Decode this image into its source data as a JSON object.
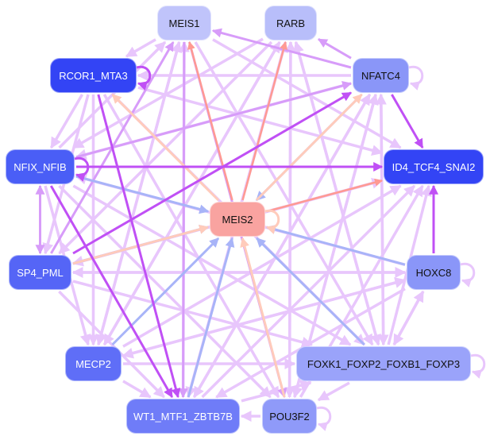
{
  "nodes": [
    {
      "id": "MEIS1",
      "label": "MEIS1",
      "color": "#c0c4fb",
      "text": "#111111"
    },
    {
      "id": "RARB",
      "label": "RARB",
      "color": "#b8befa",
      "text": "#111111"
    },
    {
      "id": "RCOR1_MTA3",
      "label": "RCOR1_MTA3",
      "color": "#3344f5",
      "text": "#ffffff"
    },
    {
      "id": "NFATC4",
      "label": "NFATC4",
      "color": "#8a96f8",
      "text": "#111111"
    },
    {
      "id": "NFIX_NFIB",
      "label": "NFIX_NFIB",
      "color": "#4a5ef6",
      "text": "#ffffff"
    },
    {
      "id": "ID4_TCF4_SNAI2",
      "label": "ID4_TCF4_SNAI2",
      "color": "#3344f5",
      "text": "#ffffff"
    },
    {
      "id": "MEIS2",
      "label": "MEIS2",
      "color": "#f9a3a0",
      "text": "#111111"
    },
    {
      "id": "SP4_PML",
      "label": "SP4_PML",
      "color": "#5565f6",
      "text": "#ffffff"
    },
    {
      "id": "HOXC8",
      "label": "HOXC8",
      "color": "#8a96f8",
      "text": "#111111"
    },
    {
      "id": "MECP2",
      "label": "MECP2",
      "color": "#5f6ef7",
      "text": "#ffffff"
    },
    {
      "id": "FOXK1_FOXP2_FOXB1_FOXP3",
      "label": "FOXK1_FOXP2_FOXB1_FOXP3",
      "color": "#9aa3fa",
      "text": "#111111"
    },
    {
      "id": "WT1_MTF1_ZBTB7B",
      "label": "WT1_MTF1_ZBTB7B",
      "color": "#6f7cf8",
      "text": "#ffffff"
    },
    {
      "id": "POU3F2",
      "label": "POU3F2",
      "color": "#8f9af9",
      "text": "#111111"
    }
  ],
  "edge_colors": {
    "light": "#e8c6fc",
    "medium": "#d79cf9",
    "strong": "#c050f5",
    "blue": "#a8b4f8",
    "salmon": "#ff9a92",
    "peach": "#ffcbbb"
  },
  "edges": [
    [
      "MEIS2",
      "MEIS1",
      "salmon"
    ],
    [
      "MEIS2",
      "RARB",
      "salmon"
    ],
    [
      "MEIS2",
      "ID4_TCF4_SNAI2",
      "salmon"
    ],
    [
      "MEIS2",
      "NFATC4",
      "peach"
    ],
    [
      "MEIS2",
      "RCOR1_MTA3",
      "peach"
    ],
    [
      "SP4_PML",
      "MEIS2",
      "peach"
    ],
    [
      "NFATC4",
      "MEIS2",
      "blue"
    ],
    [
      "NFIX_NFIB",
      "MEIS2",
      "blue"
    ],
    [
      "HOXC8",
      "MEIS2",
      "blue"
    ],
    [
      "MECP2",
      "MEIS2",
      "blue"
    ],
    [
      "FOXK1_FOXP2_FOXB1_FOXP3",
      "MEIS2",
      "blue"
    ],
    [
      "WT1_MTF1_ZBTB7B",
      "MEIS2",
      "blue"
    ],
    [
      "POU3F2",
      "MEIS2",
      "peach"
    ],
    [
      "SP4_PML",
      "MEIS2",
      "blue"
    ],
    [
      "NFIX_NFIB",
      "ID4_TCF4_SNAI2",
      "strong"
    ],
    [
      "NFATC4",
      "ID4_TCF4_SNAI2",
      "strong"
    ],
    [
      "HOXC8",
      "ID4_TCF4_SNAI2",
      "strong"
    ],
    [
      "SP4_PML",
      "NFATC4",
      "strong"
    ],
    [
      "RCOR1_MTA3",
      "WT1_MTF1_ZBTB7B",
      "strong"
    ],
    [
      "NFIX_NFIB",
      "WT1_MTF1_ZBTB7B",
      "strong"
    ],
    [
      "MEIS1",
      "RCOR1_MTA3",
      "light"
    ],
    [
      "NFATC4",
      "RARB",
      "medium"
    ],
    [
      "NFATC4",
      "MEIS1",
      "medium"
    ],
    [
      "NFATC4",
      "RCOR1_MTA3",
      "light"
    ],
    [
      "RCOR1_MTA3",
      "NFIX_NFIB",
      "light"
    ],
    [
      "NFIX_NFIB",
      "SP4_PML",
      "medium"
    ],
    [
      "SP4_PML",
      "NFIX_NFIB",
      "medium"
    ],
    [
      "NFIX_NFIB",
      "NFATC4",
      "medium"
    ],
    [
      "MEIS1",
      "POU3F2",
      "medium"
    ],
    [
      "MEIS1",
      "FOXK1_FOXP2_FOXB1_FOXP3",
      "light"
    ],
    [
      "RARB",
      "SP4_PML",
      "light"
    ],
    [
      "RARB",
      "MECP2",
      "light"
    ],
    [
      "RARB",
      "POU3F2",
      "light"
    ],
    [
      "RARB",
      "FOXK1_FOXP2_FOXB1_FOXP3",
      "light"
    ],
    [
      "NFATC4",
      "WT1_MTF1_ZBTB7B",
      "light"
    ],
    [
      "NFATC4",
      "POU3F2",
      "light"
    ],
    [
      "NFATC4",
      "FOXK1_FOXP2_FOXB1_FOXP3",
      "light"
    ],
    [
      "HOXC8",
      "SP4_PML",
      "light"
    ],
    [
      "HOXC8",
      "NFIX_NFIB",
      "light"
    ],
    [
      "HOXC8",
      "MECP2",
      "light"
    ],
    [
      "HOXC8",
      "WT1_MTF1_ZBTB7B",
      "light"
    ],
    [
      "HOXC8",
      "FOXK1_FOXP2_FOXB1_FOXP3",
      "light"
    ],
    [
      "FOXK1_FOXP2_FOXB1_FOXP3",
      "HOXC8",
      "light"
    ],
    [
      "POU3F2",
      "WT1_MTF1_ZBTB7B",
      "light"
    ],
    [
      "FOXK1_FOXP2_FOXB1_FOXP3",
      "POU3F2",
      "light"
    ],
    [
      "MECP2",
      "FOXK1_FOXP2_FOXB1_FOXP3",
      "light"
    ],
    [
      "MECP2",
      "HOXC8",
      "light"
    ],
    [
      "SP4_PML",
      "HOXC8",
      "light"
    ],
    [
      "SP4_PML",
      "FOXK1_FOXP2_FOXB1_FOXP3",
      "light"
    ],
    [
      "NFIX_NFIB",
      "FOXK1_FOXP2_FOXB1_FOXP3",
      "light"
    ],
    [
      "RCOR1_MTA3",
      "FOXK1_FOXP2_FOXB1_FOXP3",
      "light"
    ],
    [
      "RCOR1_MTA3",
      "ID4_TCF4_SNAI2",
      "light"
    ],
    [
      "RCOR1_MTA3",
      "MECP2",
      "light"
    ],
    [
      "MECP2",
      "MEIS1",
      "light"
    ],
    [
      "WT1_MTF1_ZBTB7B",
      "MEIS1",
      "light"
    ],
    [
      "SP4_PML",
      "MEIS1",
      "medium"
    ],
    [
      "NFIX_NFIB",
      "MEIS1",
      "light"
    ],
    [
      "WT1_MTF1_ZBTB7B",
      "RARB",
      "light"
    ],
    [
      "MECP2",
      "RARB",
      "light"
    ],
    [
      "POU3F2",
      "RARB",
      "light"
    ],
    [
      "FOXK1_FOXP2_FOXB1_FOXP3",
      "RARB",
      "light"
    ],
    [
      "WT1_MTF1_ZBTB7B",
      "NFATC4",
      "light"
    ],
    [
      "POU3F2",
      "NFATC4",
      "light"
    ],
    [
      "FOXK1_FOXP2_FOXB1_FOXP3",
      "NFATC4",
      "light"
    ],
    [
      "WT1_MTF1_ZBTB7B",
      "ID4_TCF4_SNAI2",
      "light"
    ],
    [
      "POU3F2",
      "ID4_TCF4_SNAI2",
      "light"
    ],
    [
      "MECP2",
      "ID4_TCF4_SNAI2",
      "light"
    ],
    [
      "FOXK1_FOXP2_FOXB1_FOXP3",
      "ID4_TCF4_SNAI2",
      "light"
    ],
    [
      "SP4_PML",
      "ID4_TCF4_SNAI2",
      "light"
    ],
    [
      "MEIS1",
      "ID4_TCF4_SNAI2",
      "light"
    ],
    [
      "MEIS1",
      "WT1_MTF1_ZBTB7B",
      "medium"
    ],
    [
      "RCOR1_MTA3",
      "POU3F2",
      "light"
    ],
    [
      "NFIX_NFIB",
      "POU3F2",
      "light"
    ],
    [
      "SP4_PML",
      "WT1_MTF1_ZBTB7B",
      "light"
    ],
    [
      "NFIX_NFIB",
      "MECP2",
      "light"
    ],
    [
      "RARB",
      "NFIX_NFIB",
      "light"
    ],
    [
      "MEIS1",
      "MECP2",
      "light"
    ],
    [
      "NFATC4",
      "NFIX_NFIB",
      "light"
    ],
    [
      "RCOR1_MTA3",
      "SP4_PML",
      "light"
    ],
    [
      "RARB",
      "WT1_MTF1_ZBTB7B",
      "light"
    ],
    [
      "ID4_TCF4_SNAI2",
      "SP4_PML",
      "light"
    ],
    [
      "MECP2",
      "WT1_MTF1_ZBTB7B",
      "light"
    ],
    [
      "WT1_MTF1_ZBTB7B",
      "FOXK1_FOXP2_FOXB1_FOXP3",
      "light"
    ]
  ],
  "self_loops": [
    [
      "RCOR1_MTA3",
      "strong"
    ],
    [
      "NFATC4",
      "light"
    ],
    [
      "NFIX_NFIB",
      "strong"
    ],
    [
      "MEIS2",
      "peach"
    ],
    [
      "HOXC8",
      "light"
    ],
    [
      "FOXK1_FOXP2_FOXB1_FOXP3",
      "light"
    ],
    [
      "POU3F2",
      "light"
    ]
  ]
}
